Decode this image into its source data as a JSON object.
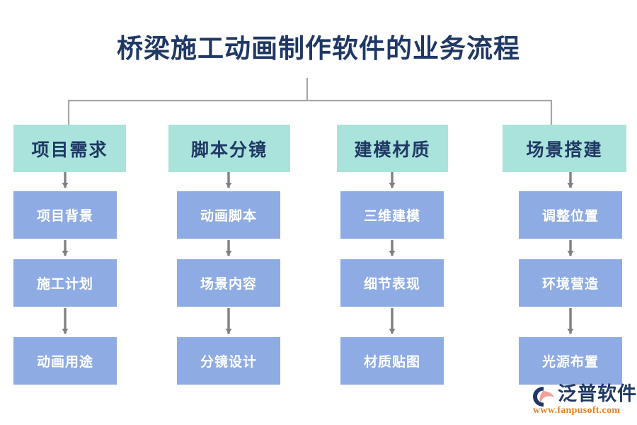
{
  "title": "桥梁施工动画制作软件的业务流程",
  "colors": {
    "title_text": "#1f3864",
    "header_box_fill": "#a9e3dc",
    "header_box_text": "#1f3864",
    "step_box_fill": "#8fabe3",
    "step_box_text": "#ffffff",
    "connector_line": "#a6a6a6",
    "arrow": "#808080",
    "background": "#ffffff",
    "logo_text": "#1f3864",
    "logo_url": "#e8832a",
    "logo_mark_accent": "#f2a09a"
  },
  "chart_data": {
    "type": "flowchart",
    "title": "桥梁施工动画制作软件的业务流程",
    "orientation": "top-down, 4 parallel columns",
    "root_connector": "horizontal bracket under title joining column 1 and column 4"
  },
  "columns": [
    {
      "header": "项目需求",
      "steps": [
        "项目背景",
        "施工计划",
        "动画用途"
      ]
    },
    {
      "header": "脚本分镜",
      "steps": [
        "动画脚本",
        "场景内容",
        "分镜设计"
      ]
    },
    {
      "header": "建模材质",
      "steps": [
        "三维建模",
        "细节表现",
        "材质贴图"
      ]
    },
    {
      "header": "场景搭建",
      "steps": [
        "调整位置",
        "环境营造",
        "光源布置"
      ]
    }
  ],
  "logo": {
    "name": "泛普软件",
    "url": "www.fanpusoft.com"
  }
}
